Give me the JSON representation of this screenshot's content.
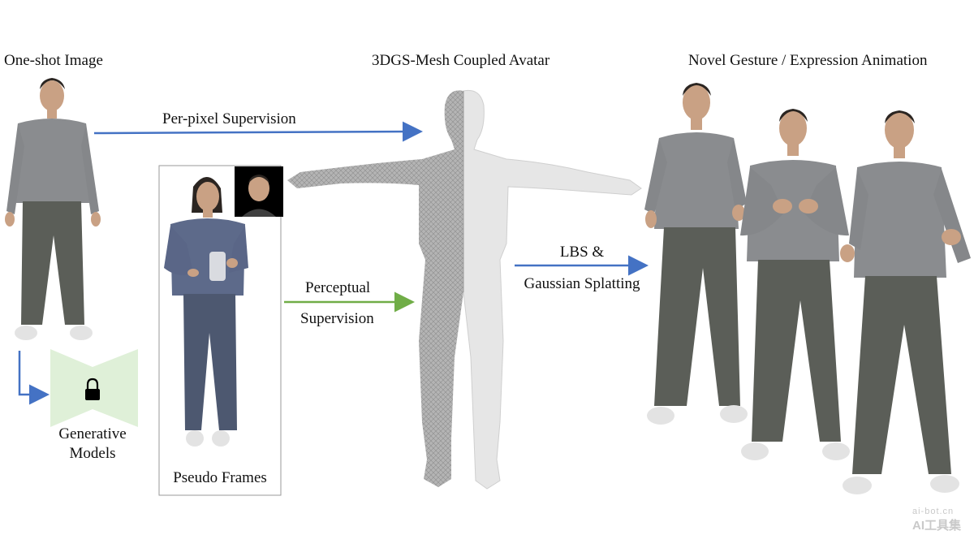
{
  "titles": {
    "left": "One-shot Image",
    "middle": "3DGS-Mesh Coupled Avatar",
    "right": "Novel Gesture / Expression Animation"
  },
  "arrows": {
    "per_pixel": "Per-pixel Supervision",
    "perceptual_line1": "Perceptual",
    "perceptual_line2": "Supervision",
    "lbs_line1": "LBS &",
    "lbs_line2": "Gaussian Splatting"
  },
  "boxes": {
    "generative_line1": "Generative",
    "generative_line2": "Models",
    "pseudo_frames": "Pseudo Frames"
  },
  "colors": {
    "blue_arrow": "#4472c4",
    "green_arrow": "#70ad47",
    "generative_fill": "#dff0d8",
    "sweater": "#8a8c8f",
    "pants": "#5b5e58",
    "pseudo_sweater": "#5d6a8a",
    "pseudo_pants": "#4d5870",
    "mesh_dark": "#a9a9a9",
    "mesh_light": "#e6e6e6"
  },
  "icons": {
    "lock": "lock-icon"
  },
  "watermark": {
    "line1": "ai-bot.cn",
    "line2": "AI工具集"
  }
}
